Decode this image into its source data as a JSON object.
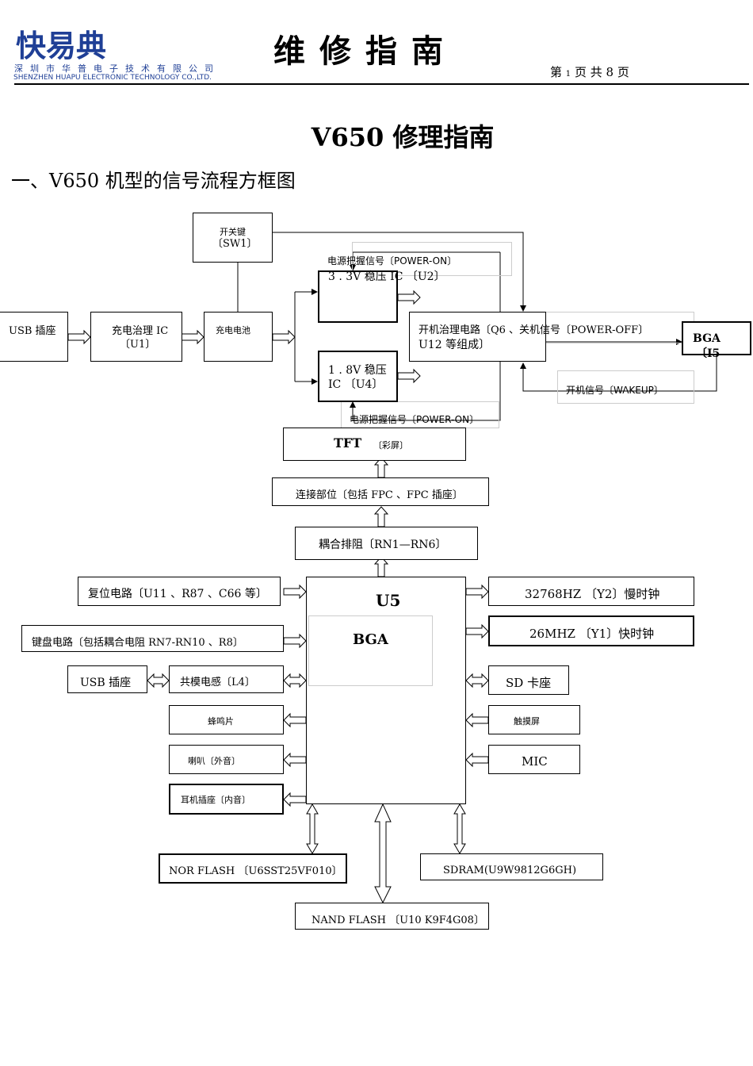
{
  "header": {
    "logo_text": "快易典",
    "company_cn": "深圳市华普电子技术有限公司",
    "company_en": "SHENZHEN HUAPU ELECTRONIC TECHNOLOGY CO.,LTD.",
    "title": "维修指南",
    "page_prefix": "第",
    "page_current": "1",
    "page_mid": "页 共",
    "page_total": "8",
    "page_suffix": "页"
  },
  "doc_title": "V650 修理指南",
  "section_title": "一、V650 机型的信号流程方框图",
  "diagram": {
    "switch_key": "开关键",
    "switch_ref": "〔SW1〕",
    "usb_in": "USB 插座",
    "charge_ic": "充电治理 IC",
    "charge_ic_ref": "〔U1〕",
    "battery": "充电电池",
    "power_hold_top": "电源把握信号〔POWER-ON〕",
    "reg33_a": "3 . 3V 稳压 IC 〔U2〕",
    "reg18_a": "1 . 8V 稳压",
    "reg18_b": "IC 〔U4〕",
    "power_ctrl_a": "开机治理电路〔Q6 、关机信号〔POWER-OFF〕",
    "power_ctrl_b": "U12 等组成〕",
    "bga_small_a": "BGA",
    "bga_small_b": "〔I5",
    "wakeup": "开机信号〔WAKEUP〕",
    "power_hold_bottom": "电源把握信号〔POWER-ON〕",
    "tft": "TFT",
    "tft_sub": "〔彩屏〕",
    "connector": "连接部位〔包括 FPC 、FPC 插座〕",
    "coupling": "耦合排阻〔RN1—RN6〕",
    "u5": "U5",
    "bga": "BGA",
    "reset": "复位电路〔U11 、R87 、C66 等〕",
    "keyboard": "键盘电路〔包括耦合电阻 RN7-RN10 、R8〕",
    "usb_side": "USB 插座",
    "common_choke": "共模电感〔L4〕",
    "buzzer": "蜂鸣片",
    "speaker": "喇叭〔外音〕",
    "earphone": "耳机插座〔内音〕",
    "xtal_slow": "32768HZ 〔Y2〕慢时钟",
    "xtal_fast": "26MHZ 〔Y1〕快时钟",
    "sd": "SD 卡座",
    "touch": "触摸屏",
    "mic": "MIC",
    "nor": "NOR FLASH 〔U6SST25VF010〕",
    "sdram": "SDRAM(U9W9812G6GH)",
    "nand": "NAND FLASH 〔U10 K9F4G08〕"
  }
}
